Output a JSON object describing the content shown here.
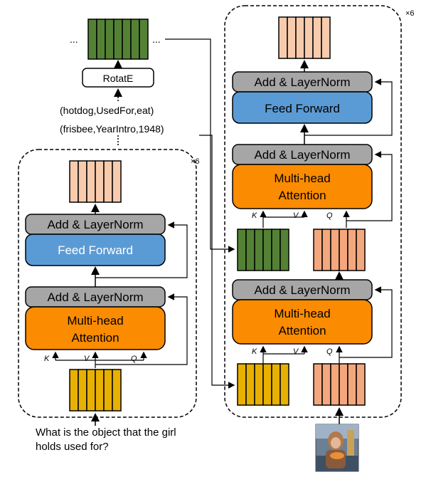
{
  "repeat_left": "×6",
  "repeat_right": "×6",
  "rotate_label": "RotatE",
  "ellipsis": "...",
  "triples": [
    "(hotdog,UsedFor,eat)",
    "(frisbee,YearIntro,1948)"
  ],
  "block_labels": {
    "add_norm": "Add & LayerNorm",
    "feed_forward": "Feed Forward",
    "mha_line1": "Multi-head",
    "mha_line2": "Attention"
  },
  "kvq": {
    "k": "K",
    "v": "V",
    "q": "Q"
  },
  "question": "What is the object that the girl holds used for?",
  "colors": {
    "norm_gray": "#a6a6a6",
    "ffn_blue": "#5b9bd5",
    "attn_orange": "#fb8b00",
    "kg_green": "#548235",
    "text_yellow": "#e8b000",
    "out_peach": "#f8cbad",
    "img_orange": "#f4a77c"
  }
}
